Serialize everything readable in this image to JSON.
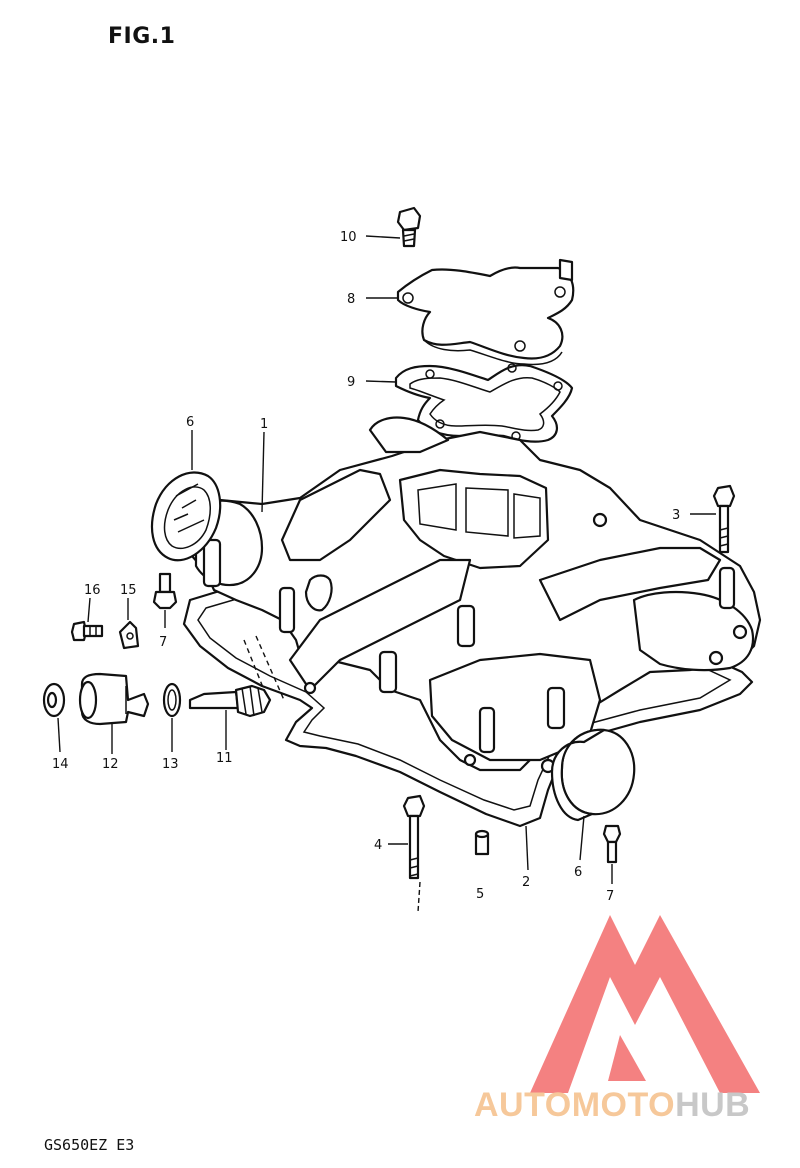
{
  "figure": {
    "title": "FIG.1",
    "model_code": "GS650EZ  E3"
  },
  "callouts": {
    "c1": "1",
    "c2": "2",
    "c3": "3",
    "c4": "4",
    "c5": "5",
    "c6a": "6",
    "c6b": "6",
    "c7a": "7",
    "c7b": "7",
    "c8": "8",
    "c9": "9",
    "c10": "10",
    "c11": "11",
    "c12": "12",
    "c13": "13",
    "c14": "14",
    "c15": "15",
    "c16": "16"
  },
  "watermark": {
    "text_part1": "AUTOMOTO",
    "text_part2": "HUB",
    "colors": {
      "triangle": "#f26b6b",
      "text_warm": "#f6c89a",
      "text_gray": "#c8c8c8"
    }
  }
}
